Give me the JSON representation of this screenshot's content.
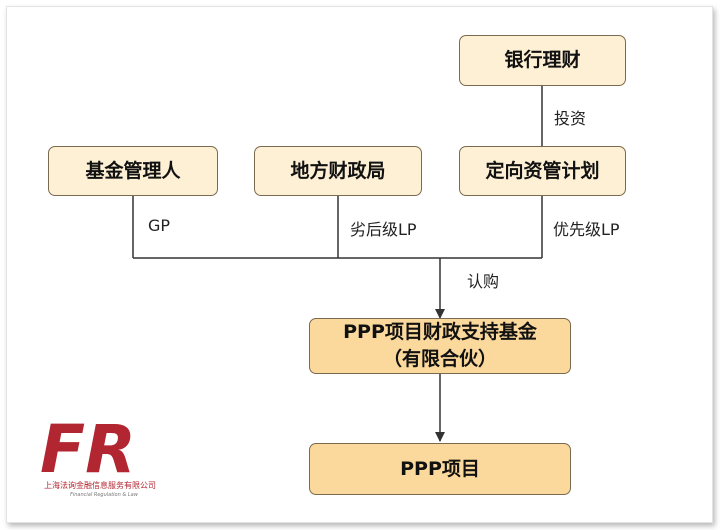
{
  "colors": {
    "box_fill": "#fdf0d5",
    "box_fill_dark": "#fbd89b",
    "line": "#333333",
    "logo_red": "#b22631"
  },
  "nodes": {
    "bank_wm": "银行理财",
    "fund_manager": "基金管理人",
    "local_finance": "地方财政局",
    "directed_plan": "定向资管计划",
    "ppp_fund_line1": "PPP项目财政支持基金",
    "ppp_fund_line2": "（有限合伙）",
    "ppp_project": "PPP项目"
  },
  "edges": {
    "invest": "投资",
    "gp": "GP",
    "sub_lp": "劣后级LP",
    "senior_lp": "优先级LP",
    "subscribe": "认购"
  },
  "logo": {
    "mark": "FR",
    "company": "上海法询金融信息服务有限公司",
    "tagline": "Financial Regulation & Law"
  }
}
